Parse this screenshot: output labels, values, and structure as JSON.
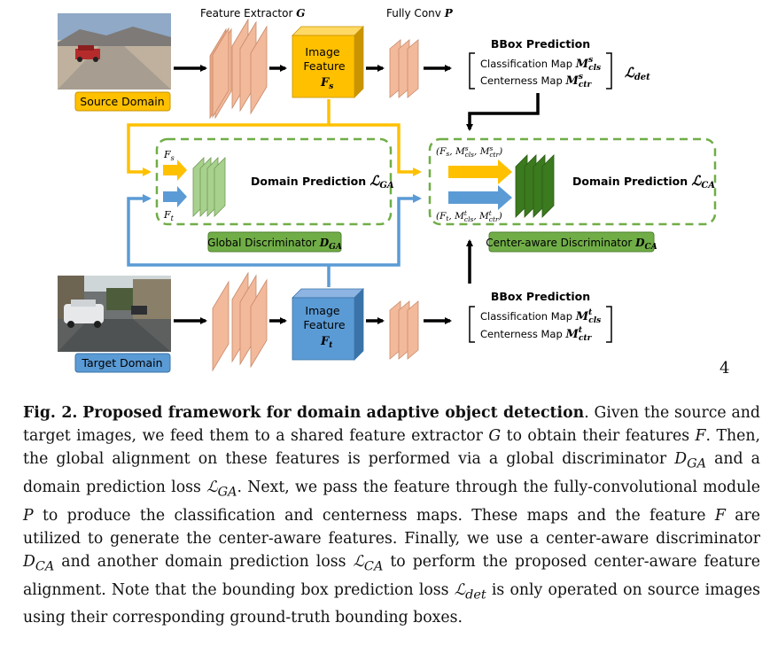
{
  "labels": {
    "feature_extractor": "Feature Extractor",
    "feature_extractor_sym": "G",
    "fully_conv": "Fully Conv",
    "fully_conv_sym": "P",
    "image_feature_line1": "Image",
    "image_feature_line2": "Feature",
    "source_feature_sym": "F",
    "source_feature_sub": "s",
    "target_feature_sym": "F",
    "target_feature_sub": "t",
    "source_domain": "Source Domain",
    "target_domain": "Target Domain",
    "bbox_prediction_top": "BBox Prediction",
    "bbox_prediction_bottom": "BBox Prediction",
    "classification_map": "Classification Map",
    "centerness_map": "Centerness Map",
    "m_sym": "M",
    "s_sup": "s",
    "t_sup": "t",
    "cls_sub": "cls",
    "ctr_sub": "ctr",
    "loss_det_sym": "ℒ",
    "loss_det_sub": "det",
    "domain_prediction": "Domain Prediction",
    "loss_sym": "ℒ",
    "ga_sub": "GA",
    "ca_sub": "CA",
    "global_discriminator": "Global Discriminator",
    "center_aware_discriminator": "Center-aware Discriminator",
    "d_sym": "D",
    "gd_in_fs": "F",
    "gd_in_ft": "F",
    "ca_in_src": "(F",
    "ca_in_tgt": "(F"
  },
  "page_number": "4",
  "caption": {
    "fig_label": "Fig. 2.",
    "fig_title": "Proposed framework for domain adaptive object detection",
    "t1": ". Given the source and target images, we feed them to a shared feature extractor ",
    "m1": "G",
    "t2": " to obtain their features ",
    "m2": "F",
    "t3": ". Then, the global alignment on these features is performed via a global discriminator ",
    "m3": "D",
    "m3sub": "GA",
    "t4": " and a domain prediction loss ",
    "m4": "ℒ",
    "m4sub": "GA",
    "t5": ". Next, we pass the feature through the fully-convolutional module ",
    "m5": "P",
    "t6": " to produce the classification and centerness maps. These maps and the feature ",
    "m6": "F",
    "t7": " are utilized to generate the center-aware features. Finally, we use a center-aware discriminator ",
    "m7": "D",
    "m7sub": "CA",
    "t8": " and another domain prediction loss ",
    "m8": "ℒ",
    "m8sub": "CA",
    "t9": " to perform the proposed center-aware feature alignment. Note that the bounding box prediction loss ",
    "m9": "ℒ",
    "m9sub": "det",
    "t10": " is only operated on source images using their corresponding ground-truth bounding boxes."
  },
  "colors": {
    "orange_layer": "#f2b99a",
    "orange_edge": "#c98a6a",
    "yellow": "#ffc000",
    "yellow_dark": "#c99400",
    "blue": "#5b9bd5",
    "blue_dark": "#3a73a8",
    "green_light": "#a9d18e",
    "green_dark": "#3b7a1e",
    "green_tag": "#70ad47",
    "dashed_green": "#70ad47",
    "source_tag": "#ffc000",
    "target_tag": "#5b9bd5"
  }
}
